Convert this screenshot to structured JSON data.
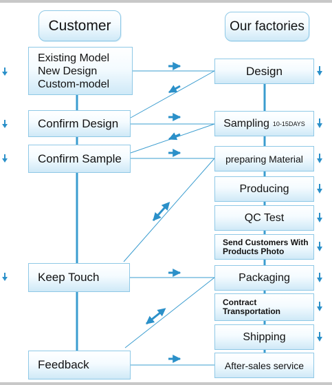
{
  "headers": {
    "customer": "Customer",
    "factories": "Our factories"
  },
  "customer_steps": [
    {
      "lines": [
        "Existing Model",
        "New Design",
        "Custom-model"
      ]
    },
    {
      "label": "Confirm Design"
    },
    {
      "label": "Confirm Sample"
    },
    {
      "label": "Keep Touch"
    },
    {
      "label": "Feedback"
    }
  ],
  "factory_steps": [
    {
      "label": "Design"
    },
    {
      "label": "Sampling",
      "tag": "10-15DAYS"
    },
    {
      "label": "preparing Material"
    },
    {
      "label": "Producing"
    },
    {
      "label": "QC Test"
    },
    {
      "lines": [
        "Send Customers With",
        "Products Photo"
      ]
    },
    {
      "label": "Packaging"
    },
    {
      "lines": [
        "Contract",
        "Transportation"
      ]
    },
    {
      "label": "Shipping"
    },
    {
      "label": "After-sales service"
    }
  ],
  "colors": {
    "line": "#3a9ccf",
    "arrow": "#2b90c9",
    "box_border": "#8ec8e6",
    "box_fill": "#cfe9f7",
    "frame": "#c8c8c8"
  },
  "icons": {
    "flow_arrow": "arrow-right-icon",
    "sequence_arrow": "arrow-down-icon",
    "exchange_arrow": "double-arrow-icon"
  }
}
